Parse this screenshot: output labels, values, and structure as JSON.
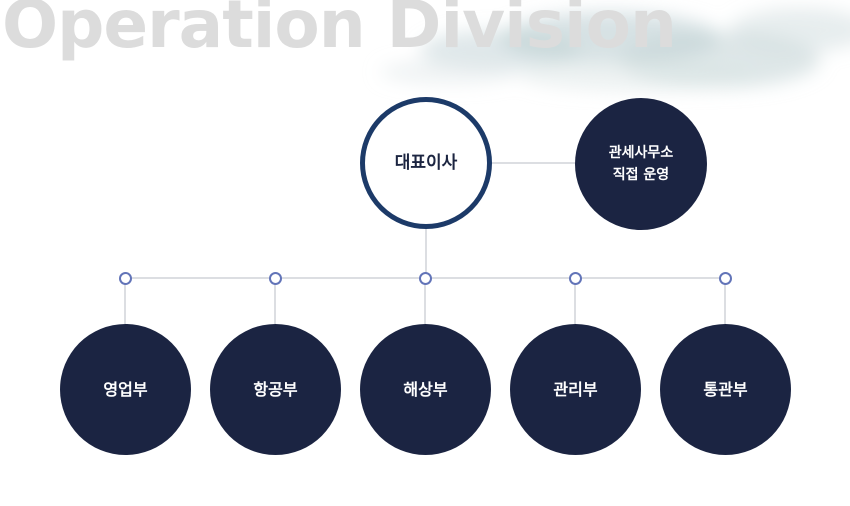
{
  "title": "Operation Division",
  "ceo": {
    "label": "대표이사"
  },
  "side_office": {
    "label": "관세사무소\n직접 운영"
  },
  "departments": [
    {
      "label": "영업부"
    },
    {
      "label": "항공부"
    },
    {
      "label": "해상부"
    },
    {
      "label": "관리부"
    },
    {
      "label": "통관부"
    }
  ],
  "colors": {
    "node_fill": "#1b2442",
    "ceo_border": "#1c3a68",
    "connector": "#b8bcc6",
    "junction_dot": "#6274b8",
    "title": "#dcdcdc"
  }
}
